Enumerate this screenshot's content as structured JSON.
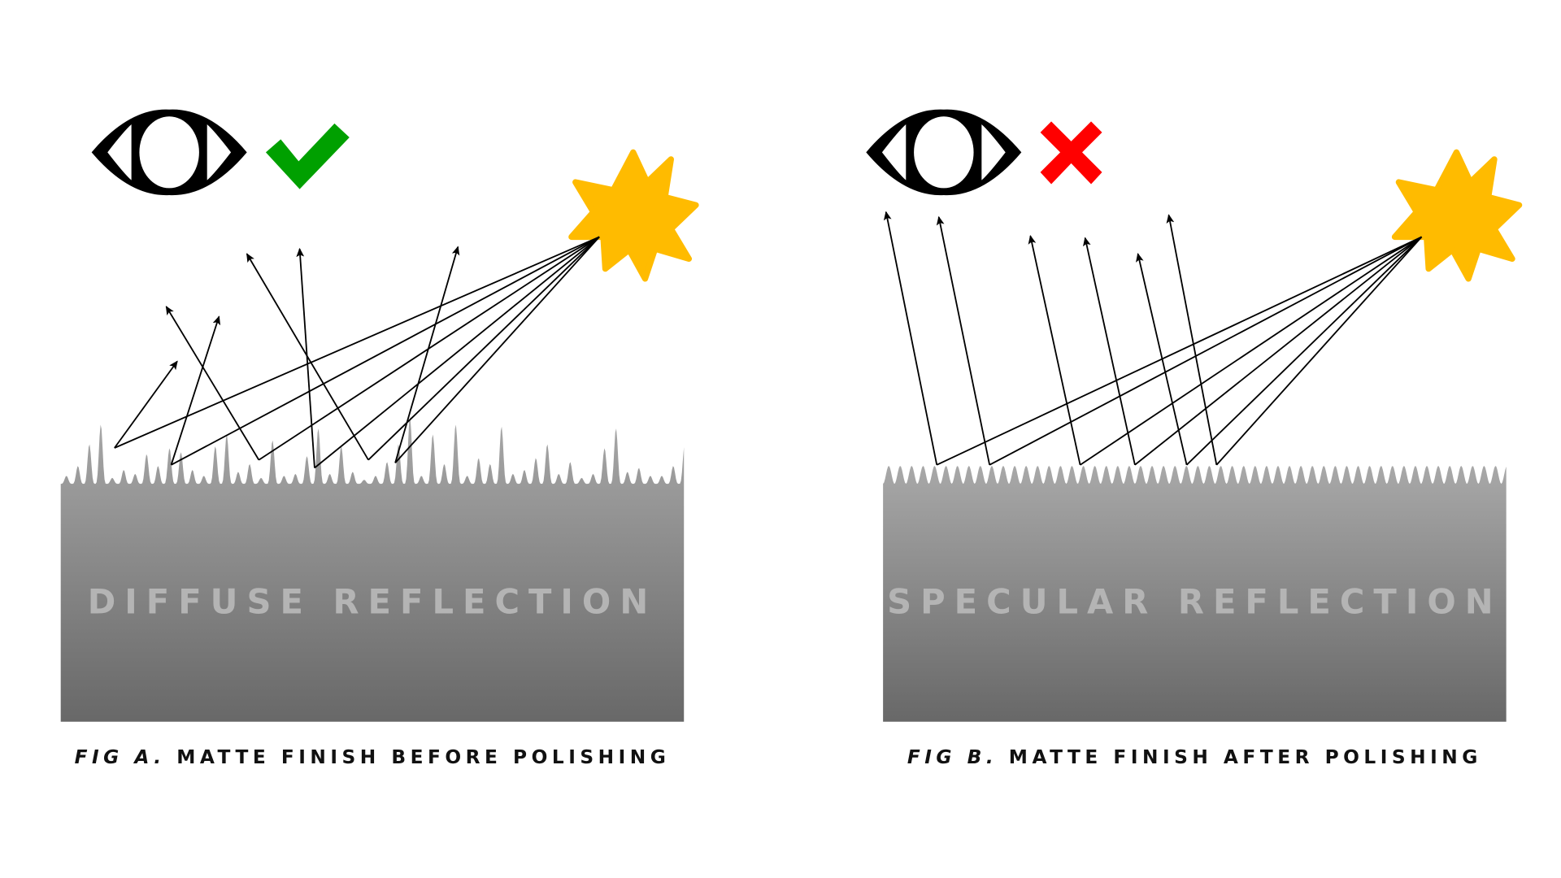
{
  "figures": [
    {
      "id": "a",
      "surface_label": "DIFFUSE REFLECTION",
      "caption_prefix": "FIG A.",
      "caption_text": " MATTE FINISH BEFORE POLISHING",
      "verdict_icon": "green-checkmark-icon",
      "verdict_color": "#00a000"
    },
    {
      "id": "b",
      "surface_label": "SPECULAR REFLECTION",
      "caption_prefix": "FIG B.",
      "caption_text": " MATTE FINISH AFTER POLISHING",
      "verdict_icon": "red-x-icon",
      "verdict_color": "#ff0000"
    }
  ],
  "colors": {
    "sun": "#ffbb00",
    "surface_top": "#a8a8a8",
    "surface_bottom": "#686868"
  }
}
